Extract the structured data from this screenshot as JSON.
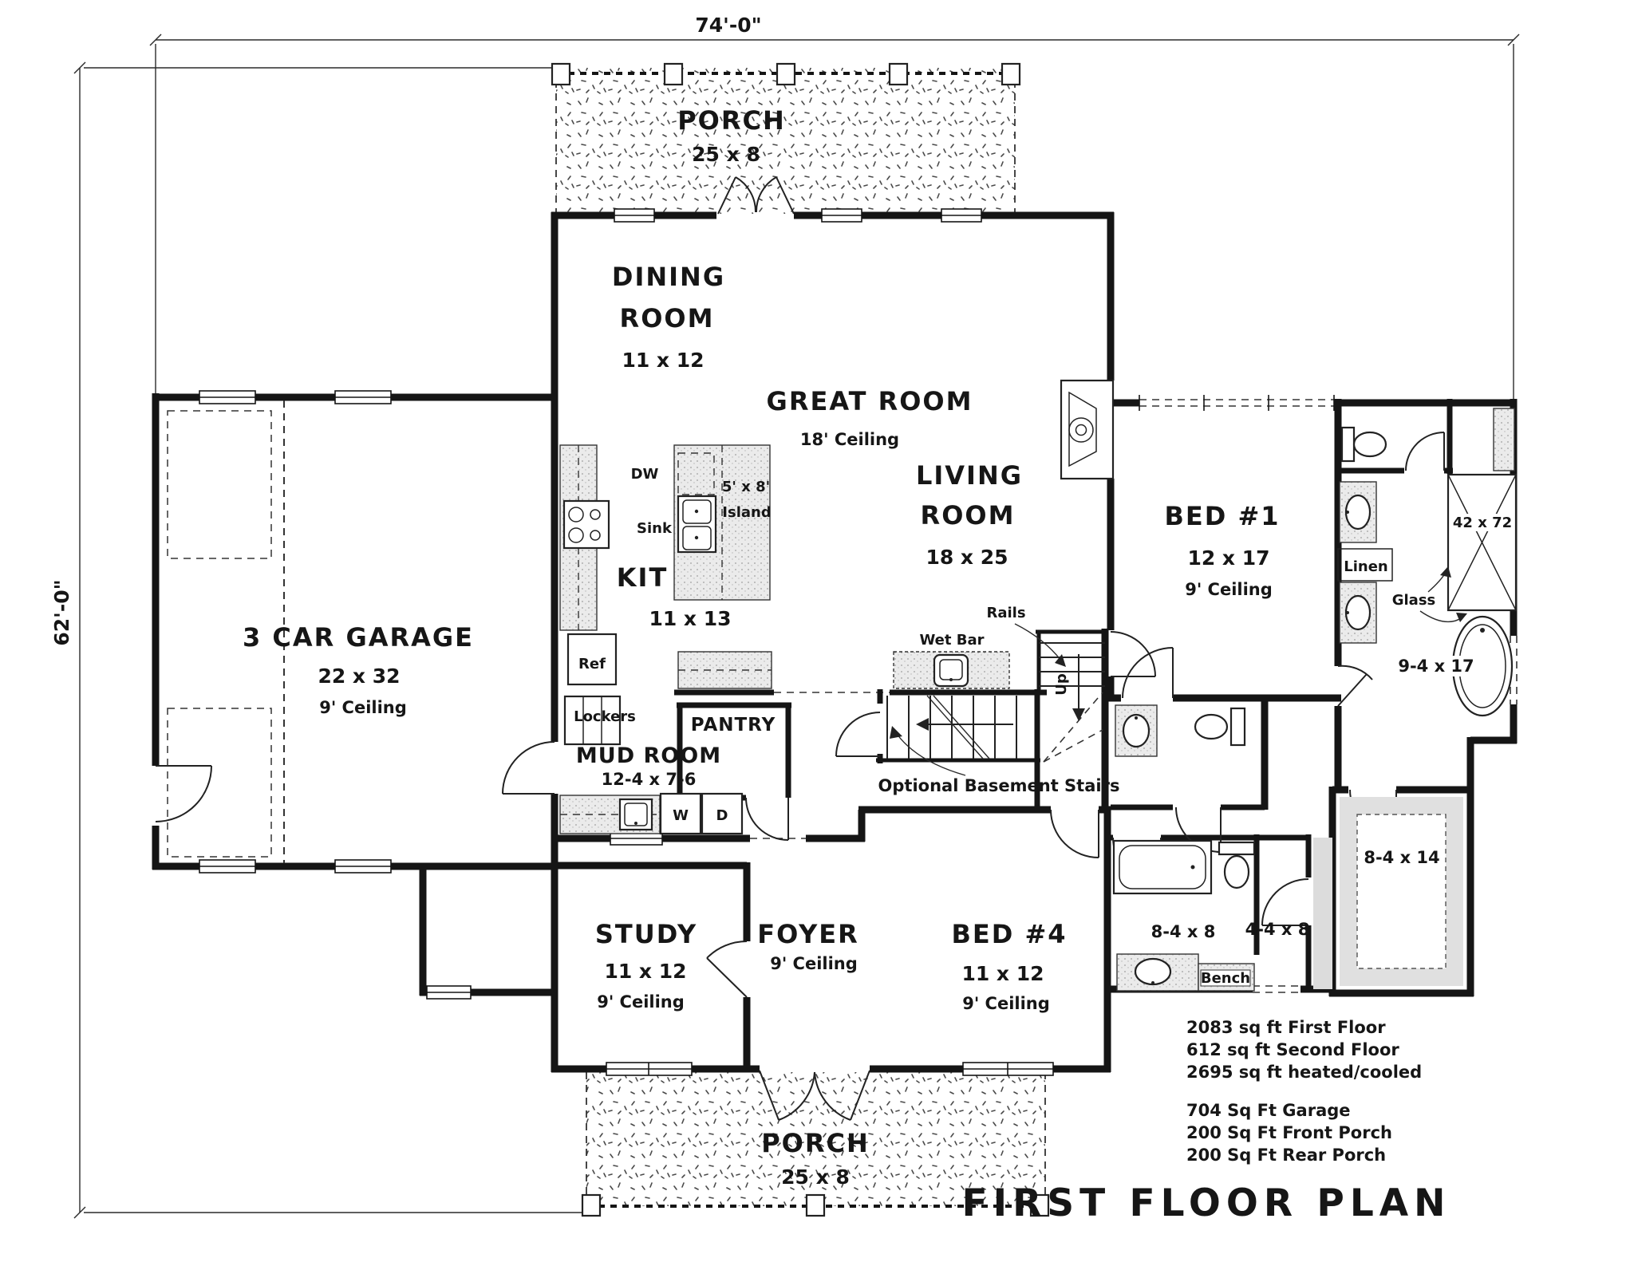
{
  "dims": {
    "width": "74'-0\"",
    "height": "62'-0\""
  },
  "title": "FIRST FLOOR PLAN",
  "rooms": {
    "rear_porch": {
      "name": "PORCH",
      "size": "25 x 8"
    },
    "dining": {
      "l1": "DINING",
      "l2": "ROOM",
      "size": "11 x 12"
    },
    "great": {
      "name": "GREAT ROOM",
      "ceiling": "18' Ceiling"
    },
    "living": {
      "l1": "LIVING",
      "l2": "ROOM",
      "size": "18 x 25"
    },
    "kitchen": {
      "name": "KIT",
      "size": "11 x 13"
    },
    "garage": {
      "name": "3 CAR GARAGE",
      "size": "22 x 32",
      "ceiling": "9' Ceiling"
    },
    "mud": {
      "name": "MUD ROOM",
      "size": "12-4 x 7-6"
    },
    "pantry": {
      "name": "PANTRY"
    },
    "bed1": {
      "name": "BED #1",
      "size": "12 x 17",
      "ceiling": "9' Ceiling"
    },
    "study": {
      "name": "STUDY",
      "size": "11 x 12",
      "ceiling": "9' Ceiling"
    },
    "foyer": {
      "name": "FOYER",
      "ceiling": "9' Ceiling"
    },
    "bed4": {
      "name": "BED #4",
      "size": "11 x 12",
      "ceiling": "9' Ceiling"
    },
    "front_porch": {
      "name": "PORCH",
      "size": "25 x 8"
    }
  },
  "bath": {
    "shower": "42 x 72",
    "linen": "Linen",
    "glass": "Glass",
    "size": "9-4 x 17"
  },
  "bath2": {
    "size": "8-4 x 8",
    "bench": "Bench"
  },
  "closet2": {
    "size": "4-4 x 8"
  },
  "storage": {
    "size": "8-4 x 14"
  },
  "fix": {
    "dw": "DW",
    "sink": "Sink",
    "island1": "5' x 8'",
    "island2": "Island",
    "ref": "Ref",
    "lockers": "Lockers",
    "washer": "W",
    "dryer": "D",
    "wetbar": "Wet Bar",
    "rails": "Rails",
    "up": "Up",
    "basement": "Optional Basement Stairs"
  },
  "summary": {
    "first_floor": "2083 sq ft First Floor",
    "second_floor": "612 sq ft Second Floor",
    "heated": "2695 sq ft heated/cooled",
    "garage": "704 Sq Ft Garage",
    "front_porch": "200 Sq Ft Front Porch",
    "rear_porch": "200 Sq Ft Rear Porch"
  }
}
